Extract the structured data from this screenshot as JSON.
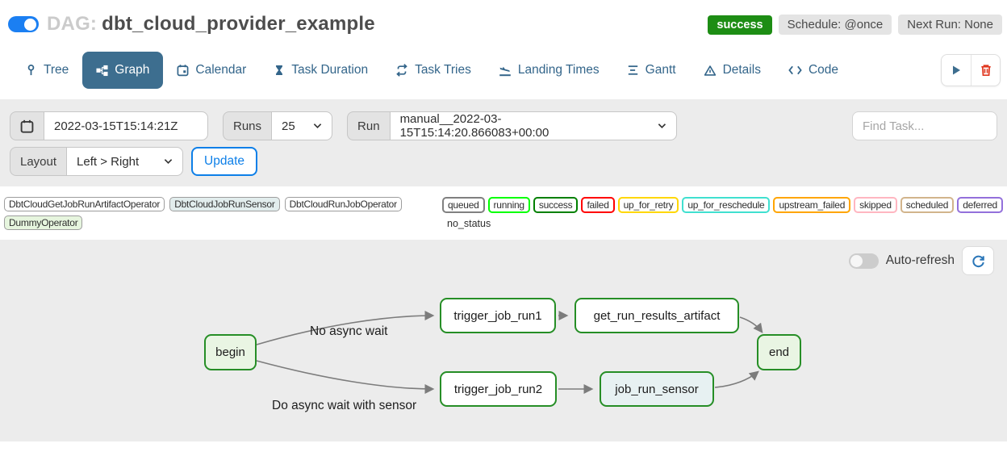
{
  "header": {
    "dag_label": "DAG:",
    "dag_name": "dbt_cloud_provider_example",
    "state_badge": "success",
    "schedule": "Schedule: @once",
    "next_run": "Next Run: None"
  },
  "tabs": [
    {
      "label": "Tree"
    },
    {
      "label": "Graph"
    },
    {
      "label": "Calendar"
    },
    {
      "label": "Task Duration"
    },
    {
      "label": "Task Tries"
    },
    {
      "label": "Landing Times"
    },
    {
      "label": "Gantt"
    },
    {
      "label": "Details"
    },
    {
      "label": "Code"
    }
  ],
  "filters": {
    "base_date": "2022-03-15T15:14:21Z",
    "runs_label": "Runs",
    "runs_value": "25",
    "run_label": "Run",
    "run_value": "manual__2022-03-15T15:14:20.866083+00:00",
    "find_task_placeholder": "Find Task...",
    "layout_label": "Layout",
    "layout_value": "Left > Right",
    "update_button": "Update"
  },
  "legend": {
    "operators": [
      {
        "label": "DbtCloudGetJobRunArtifactOperator",
        "fill": "#ffffff"
      },
      {
        "label": "DbtCloudJobRunSensor",
        "fill": "#e2eded"
      },
      {
        "label": "DbtCloudRunJobOperator",
        "fill": "#ffffff"
      },
      {
        "label": "DummyOperator",
        "fill": "#e6f5de"
      }
    ],
    "statuses": [
      {
        "label": "queued",
        "border": "#808080"
      },
      {
        "label": "running",
        "border": "#00ff00"
      },
      {
        "label": "success",
        "border": "#008000"
      },
      {
        "label": "failed",
        "border": "#ff0000"
      },
      {
        "label": "up_for_retry",
        "border": "#ffd700"
      },
      {
        "label": "up_for_reschedule",
        "border": "#40e0d0"
      },
      {
        "label": "upstream_failed",
        "border": "#ffa500"
      },
      {
        "label": "skipped",
        "border": "#ffb6c1"
      },
      {
        "label": "scheduled",
        "border": "#d2b48c"
      },
      {
        "label": "deferred",
        "border": "#9370db"
      }
    ],
    "no_status": "no_status"
  },
  "graph": {
    "auto_refresh_label": "Auto-refresh",
    "edge_labels": {
      "top": "No async wait",
      "bottom": "Do async wait with sensor"
    },
    "nodes": [
      {
        "label": "begin",
        "fill": "#e9f5e3"
      },
      {
        "label": "trigger_job_run1",
        "fill": "#ffffff"
      },
      {
        "label": "get_run_results_artifact",
        "fill": "#ffffff"
      },
      {
        "label": "trigger_job_run2",
        "fill": "#ffffff"
      },
      {
        "label": "job_run_sensor",
        "fill": "#e7f1f2"
      },
      {
        "label": "end",
        "fill": "#e9f5e3"
      }
    ]
  }
}
